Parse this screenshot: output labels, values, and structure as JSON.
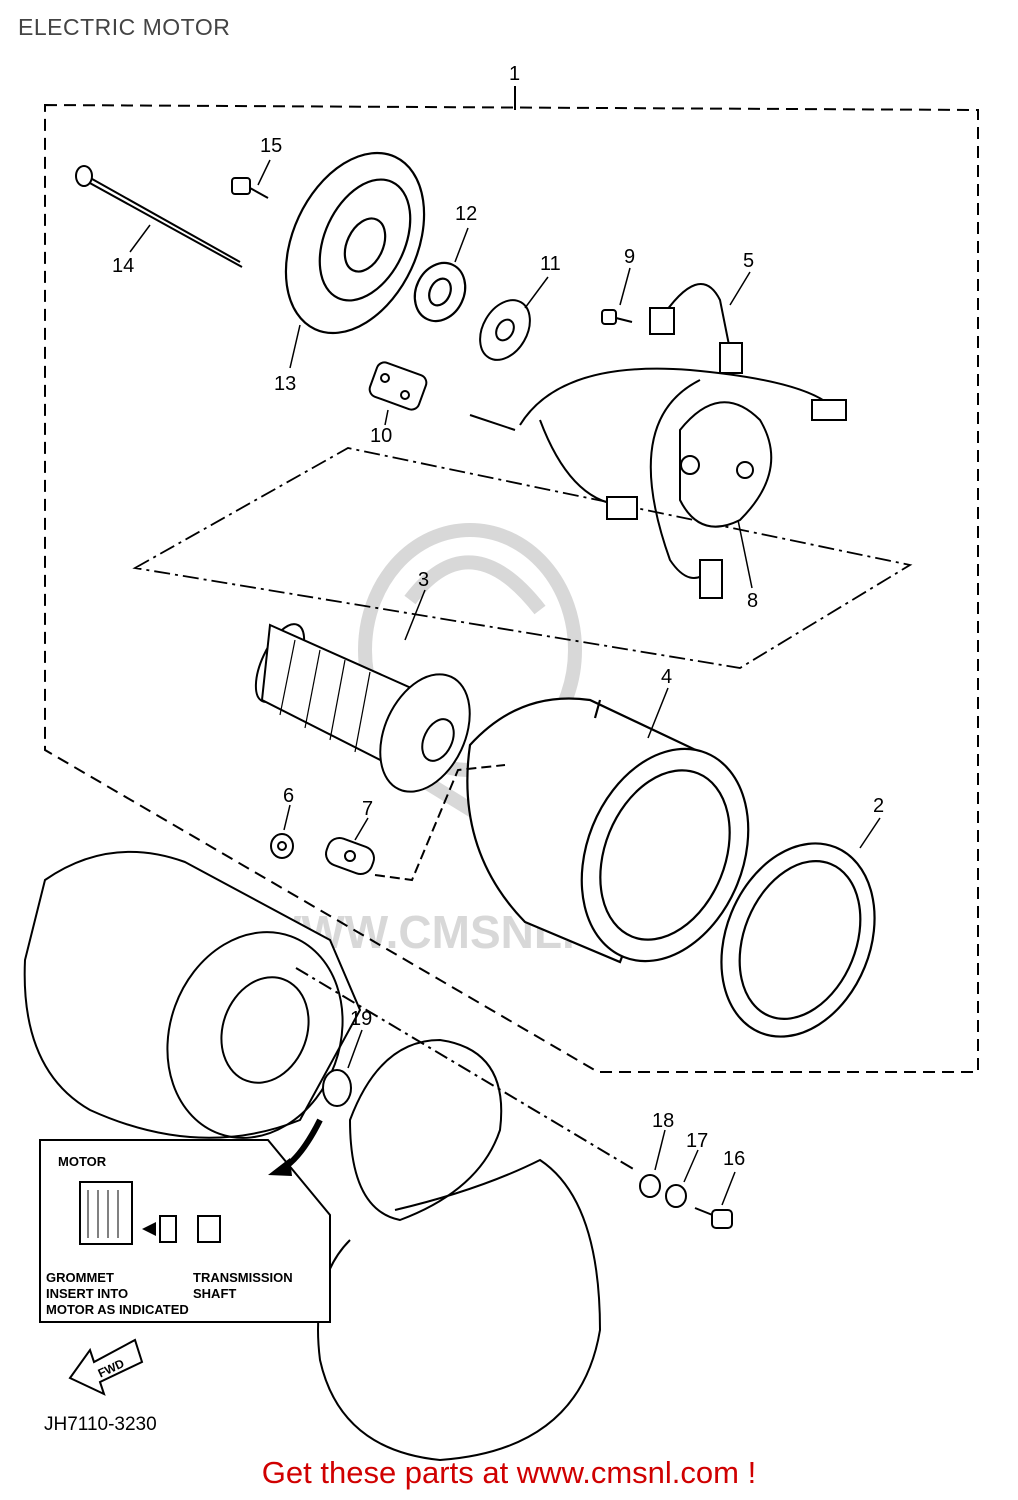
{
  "header": {
    "title": "ELECTRIC MOTOR"
  },
  "footer": {
    "link_text": "Get these parts at www.cmsnl.com !"
  },
  "diagram": {
    "code": "JH7110-3230",
    "watermark": "WWW.CMSNL.COM",
    "part_labels": [
      "1",
      "2",
      "3",
      "4",
      "5",
      "6",
      "7",
      "8",
      "9",
      "10",
      "11",
      "12",
      "13",
      "14",
      "15",
      "16",
      "17",
      "18",
      "19"
    ],
    "inset": {
      "motor": "MOTOR",
      "grommet": "GROMMET",
      "insert_line1": "INSERT INTO",
      "insert_line2": "MOTOR AS INDICATED",
      "transmission_line1": "TRANSMISSION",
      "transmission_line2": "SHAFT",
      "fwd": "FWD"
    }
  },
  "colors": {
    "line": "#000000",
    "footer": "#d00000",
    "watermark": "#c8c8c8"
  }
}
